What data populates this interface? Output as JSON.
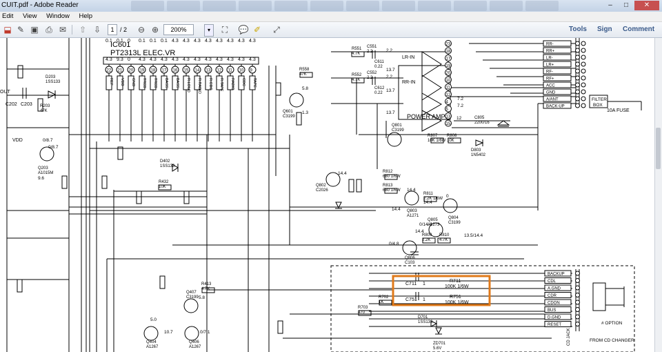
{
  "app": {
    "title": "CUIT.pdf - Adobe Reader"
  },
  "window_controls": [
    "–",
    "□",
    "✕"
  ],
  "menu": [
    "Edit",
    "View",
    "Window",
    "Help"
  ],
  "toolbar": {
    "page_current": "1",
    "page_total": "/ 2",
    "zoom": "200%",
    "tools": "Tools",
    "sign": "Sign",
    "comment": "Comment"
  },
  "schematic": {
    "ic_title": "IC601",
    "ic_name": "PT2313L ELEC.VR",
    "ic_top_voltages": [
      "0.1",
      "0.1",
      "0",
      "0.1",
      "0.1",
      "0.1",
      "4.3",
      "4.3",
      "4.3",
      "4.3",
      "4.3",
      "4.3",
      "4.3",
      "4.3"
    ],
    "ic_voltages": [
      "4.3",
      "9.3",
      "0",
      "4.3",
      "4.3",
      "4.3",
      "4.3",
      "4.3",
      "4.3",
      "4.3",
      "4.3",
      "4.3",
      "4.3",
      "4.3"
    ],
    "ic_pins": [
      "22",
      "21",
      "20",
      "19",
      "18",
      "17",
      "16",
      "15",
      "14",
      "13",
      "12",
      "11",
      "10",
      "9"
    ],
    "ic_pin_labels": [
      "REF",
      "VDD",
      "GND",
      "TREB",
      "TREB",
      "BASS",
      "BASS",
      "R.LOUD",
      "R.RADIO",
      "R.CDC",
      "R.TAPE",
      "RADIO",
      "CDC",
      "TAPE"
    ],
    "power_amp_label": "POWER AMP",
    "amp_inputs": [
      "LR-IN",
      "RR-IN"
    ],
    "amp_pins": [
      "23",
      "18",
      "17",
      "19",
      "20",
      "10",
      "11",
      "12",
      "4",
      "5",
      "13",
      "15"
    ],
    "connector_labels": [
      "RR-",
      "RR+",
      "LR-",
      "LR+",
      "RF-",
      "RF+",
      "ACC",
      "GND",
      "A/ANT",
      "BACK-UP"
    ],
    "filter_box": [
      "FILTER",
      "BOX"
    ],
    "fuse": "10A FUSE",
    "cd_connector_labels": [
      "BACKUP",
      "CDL",
      "A.GND",
      "CDR",
      "CDON",
      "BUS",
      "D.GND",
      "RESET"
    ],
    "cd_jack_label": "CD JACK",
    "highlight_parts": [
      {
        "cap": "C711",
        "cap_val": "1",
        "res": "R711",
        "res_val": "100K 1/6W"
      },
      {
        "cap": "C751",
        "cap_val": "1",
        "res": "R751",
        "res_val": "100K 1/6W"
      }
    ],
    "components": [
      {
        "t": "R551",
        "v": "4.7K"
      },
      {
        "t": "C551",
        "v": "2.2"
      },
      {
        "t": "R552",
        "v": "4.7K"
      },
      {
        "t": "C552",
        "v": "2.2"
      },
      {
        "t": "C611",
        "v": "0.22"
      },
      {
        "t": "C612",
        "v": "0.22"
      },
      {
        "t": "R558",
        "v": "47K"
      },
      {
        "t": "Q601",
        "v": "C3199"
      },
      {
        "t": "D203",
        "v": "1SS133"
      },
      {
        "t": "Q203",
        "v": "A1015M"
      },
      {
        "t": "R203",
        "v": "47K"
      },
      {
        "t": "D402",
        "v": "1SS133"
      },
      {
        "t": "R432",
        "v": "10K"
      },
      {
        "t": "Q801",
        "v": "C3199"
      },
      {
        "t": "R807",
        "v": "10K 1/6W"
      },
      {
        "t": "R808",
        "v": "10K"
      },
      {
        "t": "D803",
        "v": "1N5402"
      },
      {
        "t": "C805",
        "v": "2200/16"
      },
      {
        "t": "Q802",
        "v": "C2026"
      },
      {
        "t": "R812",
        "v": "680 1/6W"
      },
      {
        "t": "R813",
        "v": "680 1/6W"
      },
      {
        "t": "Q803",
        "v": "A1271"
      },
      {
        "t": "R811",
        "v": "2.2K 1/6W"
      },
      {
        "t": "Q804",
        "v": "C3199"
      },
      {
        "t": "Q805",
        "v": "A1273"
      },
      {
        "t": "R809",
        "v": "2.2K"
      },
      {
        "t": "R810",
        "v": "4.7K"
      },
      {
        "t": "Q806",
        "v": "C103"
      },
      {
        "t": "R702",
        "v": "1K"
      },
      {
        "t": "R703",
        "v": "470"
      },
      {
        "t": "D701",
        "v": "1SS133"
      },
      {
        "t": "Q407",
        "v": "C3199"
      },
      {
        "t": "Q404",
        "v": "A1267"
      },
      {
        "t": "Q406",
        "v": "A1267"
      },
      {
        "t": "R413",
        "v": "4.7K"
      },
      {
        "t": "ZD701",
        "v": "5.6V"
      }
    ],
    "voltages": [
      "5.8",
      "1.3",
      "0/8.7",
      "0/8.7",
      "9.6",
      "14.4",
      "14.4",
      "14.4",
      "14.4",
      "0",
      "0/14.4",
      "13.5/14.4",
      "0/4.8",
      "14.4",
      "5.8",
      "0/7.1",
      "10.7",
      "5.0",
      "7.2",
      "7.2",
      "12",
      "13.7",
      "13.7",
      "13.7",
      "2.2",
      "2.2"
    ],
    "notes": [
      "# OPTION",
      "FROM CD CHANGER"
    ],
    "misc_labels": [
      "OUT",
      "VDD",
      "C203",
      "C202"
    ]
  }
}
